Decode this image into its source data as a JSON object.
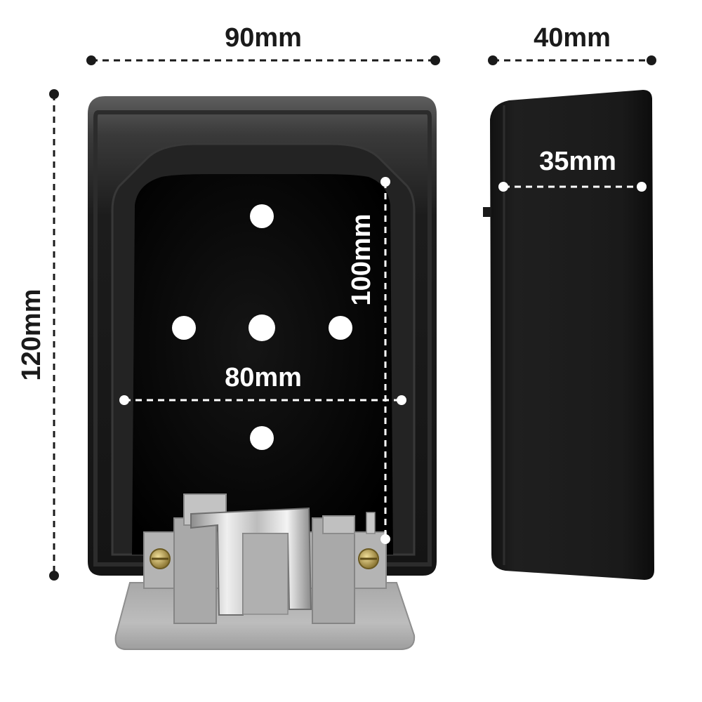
{
  "dimensions": {
    "front_width": "90mm",
    "side_depth_outer": "40mm",
    "height": "120mm",
    "inner_width": "80mm",
    "inner_height": "100mm",
    "side_depth_inner": "35mm"
  },
  "colors": {
    "body_black": "#1b1b1b",
    "interior_black": "#050505",
    "bezel_gray": "#595959",
    "plastic_gray": "#b9b9b9",
    "metal_shackle": "#d0d0d0",
    "dim_line_dark": "#1a1a1a",
    "dim_line_light": "#ffffff"
  }
}
